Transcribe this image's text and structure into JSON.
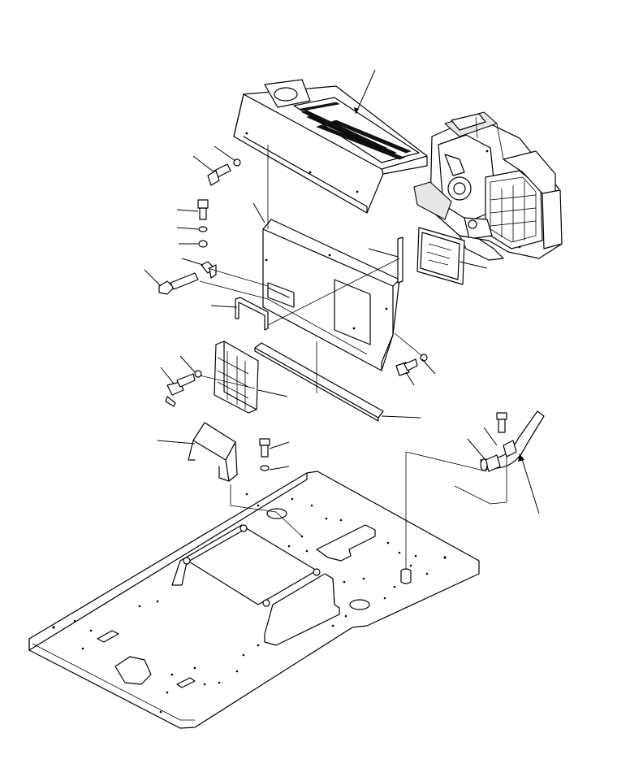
{
  "diagram": {
    "kind": "exploded parts drawing",
    "background": "#ffffff",
    "line_color": "#000000",
    "parts": [
      {
        "id": "top-cover",
        "icon": "top-cover-panel"
      },
      {
        "id": "hvac-unit",
        "icon": "air-conditioner-unit"
      },
      {
        "id": "mounting-plate",
        "icon": "mounting-plate"
      },
      {
        "id": "inner-filter",
        "icon": "inner-air-filter"
      },
      {
        "id": "outer-filter",
        "icon": "outer-air-filter"
      },
      {
        "id": "seal-strip",
        "icon": "seal-strip"
      },
      {
        "id": "foam-strip",
        "icon": "foam-strip"
      },
      {
        "id": "duct-cover",
        "icon": "duct-cover"
      },
      {
        "id": "drain-hose",
        "icon": "drain-hose"
      },
      {
        "id": "floor-plate",
        "icon": "floor-plate"
      },
      {
        "id": "bolts-washers",
        "icon": "bolt-washer-set"
      },
      {
        "id": "wing-bolt",
        "icon": "wing-bolt"
      }
    ]
  }
}
